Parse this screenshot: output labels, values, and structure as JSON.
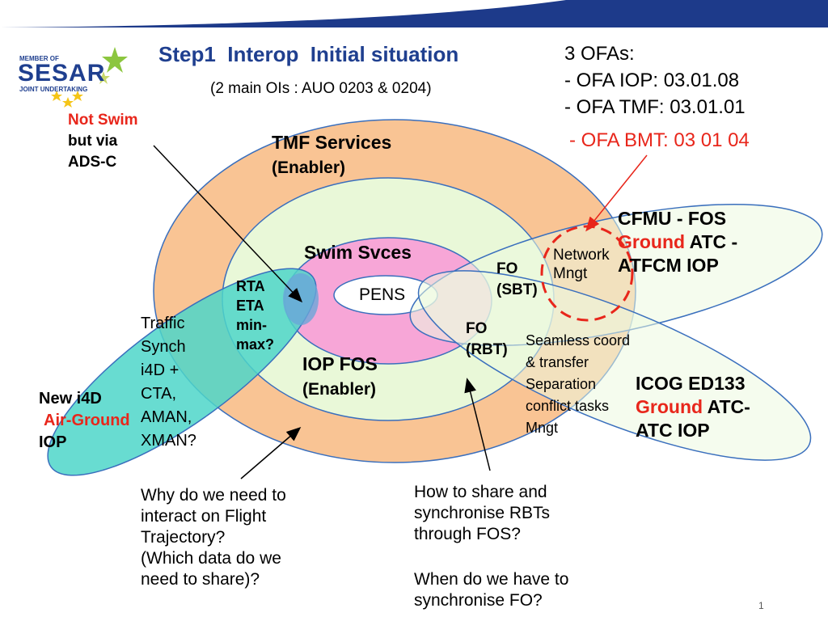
{
  "logo": {
    "member_of": "MEMBER OF",
    "name": "SESAR",
    "joint": "JOINT UNDERTAKING"
  },
  "header": {
    "title": "Step1  Interop  Initial situation",
    "subtitle": "(2 main OIs : AUO 0203 & 0204)"
  },
  "ofas": {
    "heading": "3 OFAs:",
    "items": [
      "- OFA IOP: 03.01.08",
      "- OFA TMF: 03.01.01"
    ],
    "bmt": "- OFA BMT: 03 01 04"
  },
  "notes": {
    "not_swim": "Not Swim",
    "but_via": "but via",
    "ads_c": "ADS-C"
  },
  "regions": {
    "tmf_title": "TMF Services",
    "tmf_sub": "(Enabler)",
    "swim": "Swim Svces",
    "pens": "PENS",
    "iop_title": "IOP FOS",
    "iop_sub": "(Enabler)",
    "rta": [
      "RTA",
      "ETA",
      "min-",
      "max?"
    ],
    "fo_sbt": [
      "FO",
      "(SBT)"
    ],
    "fo_rbt": [
      "FO",
      "(RBT)"
    ],
    "network": [
      "Network",
      "Mngt"
    ],
    "cfmu": {
      "line1": "CFMU - FOS",
      "ground": "Ground",
      "atc": " ATC -",
      "line3": "ATFCM IOP"
    },
    "icog": {
      "line1": "ICOG ED133",
      "ground": "Ground",
      "atc": " ATC-",
      "line3": "ATC IOP"
    },
    "newi4d": {
      "line1": "New i4D",
      "air": "Air-Ground",
      "line3": "IOP"
    },
    "traffic": [
      "Traffic",
      "Synch",
      "i4D +",
      "CTA,",
      "AMAN,",
      "XMAN?"
    ],
    "seamless": [
      "Seamless coord",
      "& transfer",
      "Separation",
      "conflict tasks",
      "Mngt"
    ]
  },
  "questions": {
    "q1": [
      "Why do we need to",
      "interact on Flight",
      "Trajectory?",
      "(Which data do we",
      "need to share)?"
    ],
    "q2": [
      "How to share and",
      "synchronise RBTs",
      "through FOS?"
    ],
    "q3": [
      "When do we have to",
      "synchronise FO?"
    ]
  },
  "page_number": "1",
  "colors": {
    "tmf_fill": "#f9c494",
    "iop_fill": "#e9f8d8",
    "swim_fill": "#f7a6d7",
    "green_ellipse": "#ecf9e0",
    "cyan_ellipse": "#4dd6c9",
    "title_blue": "#1f3f8f",
    "red": "#e8261b"
  }
}
